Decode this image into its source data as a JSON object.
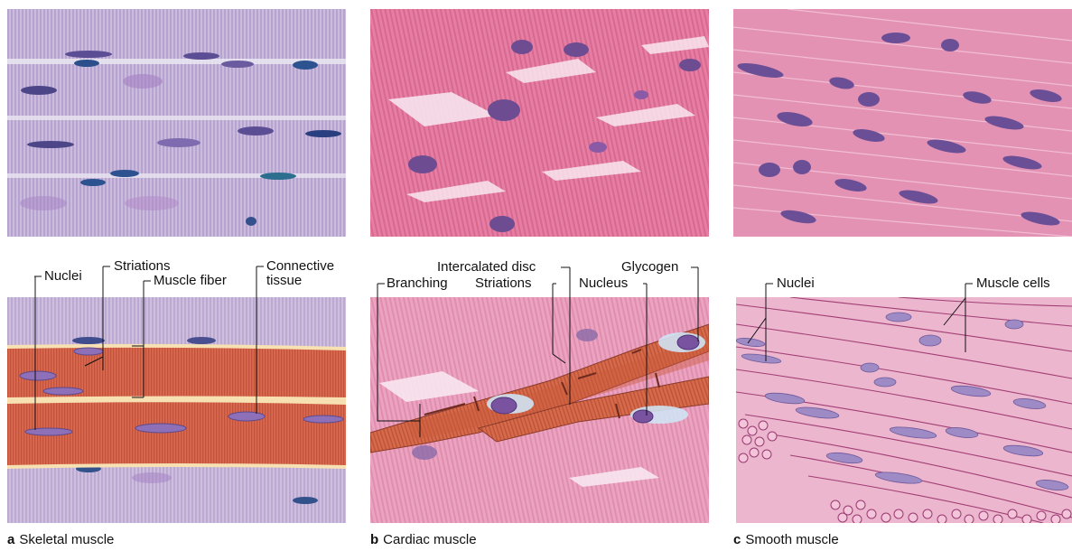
{
  "figure": {
    "panels": [
      {
        "id": "a",
        "letter": "a",
        "caption": "Skeletal muscle"
      },
      {
        "id": "b",
        "letter": "b",
        "caption": "Cardiac muscle"
      },
      {
        "id": "c",
        "letter": "c",
        "caption": "Smooth muscle"
      }
    ],
    "labels": {
      "a_nuclei": "Nuclei",
      "a_striations": "Striations",
      "a_muscle_fiber": "Muscle fiber",
      "a_connective_1": "Connective",
      "a_connective_2": "tissue",
      "b_intercalated": "Intercalated disc",
      "b_glycogen": "Glycogen",
      "b_branching": "Branching",
      "b_striations": "Striations",
      "b_nucleus": "Nucleus",
      "c_nuclei": "Nuclei",
      "c_muscle_cells": "Muscle cells"
    },
    "colors": {
      "skeletal_bg": "#c7b6d8",
      "cardiac_bg": "#e07aa0",
      "smooth_bg": "#e08fb0",
      "fiber_red": "#d4604a",
      "nucleus_purple": "#7b5aa6",
      "nucleus_dark": "#3e3a7e"
    }
  }
}
